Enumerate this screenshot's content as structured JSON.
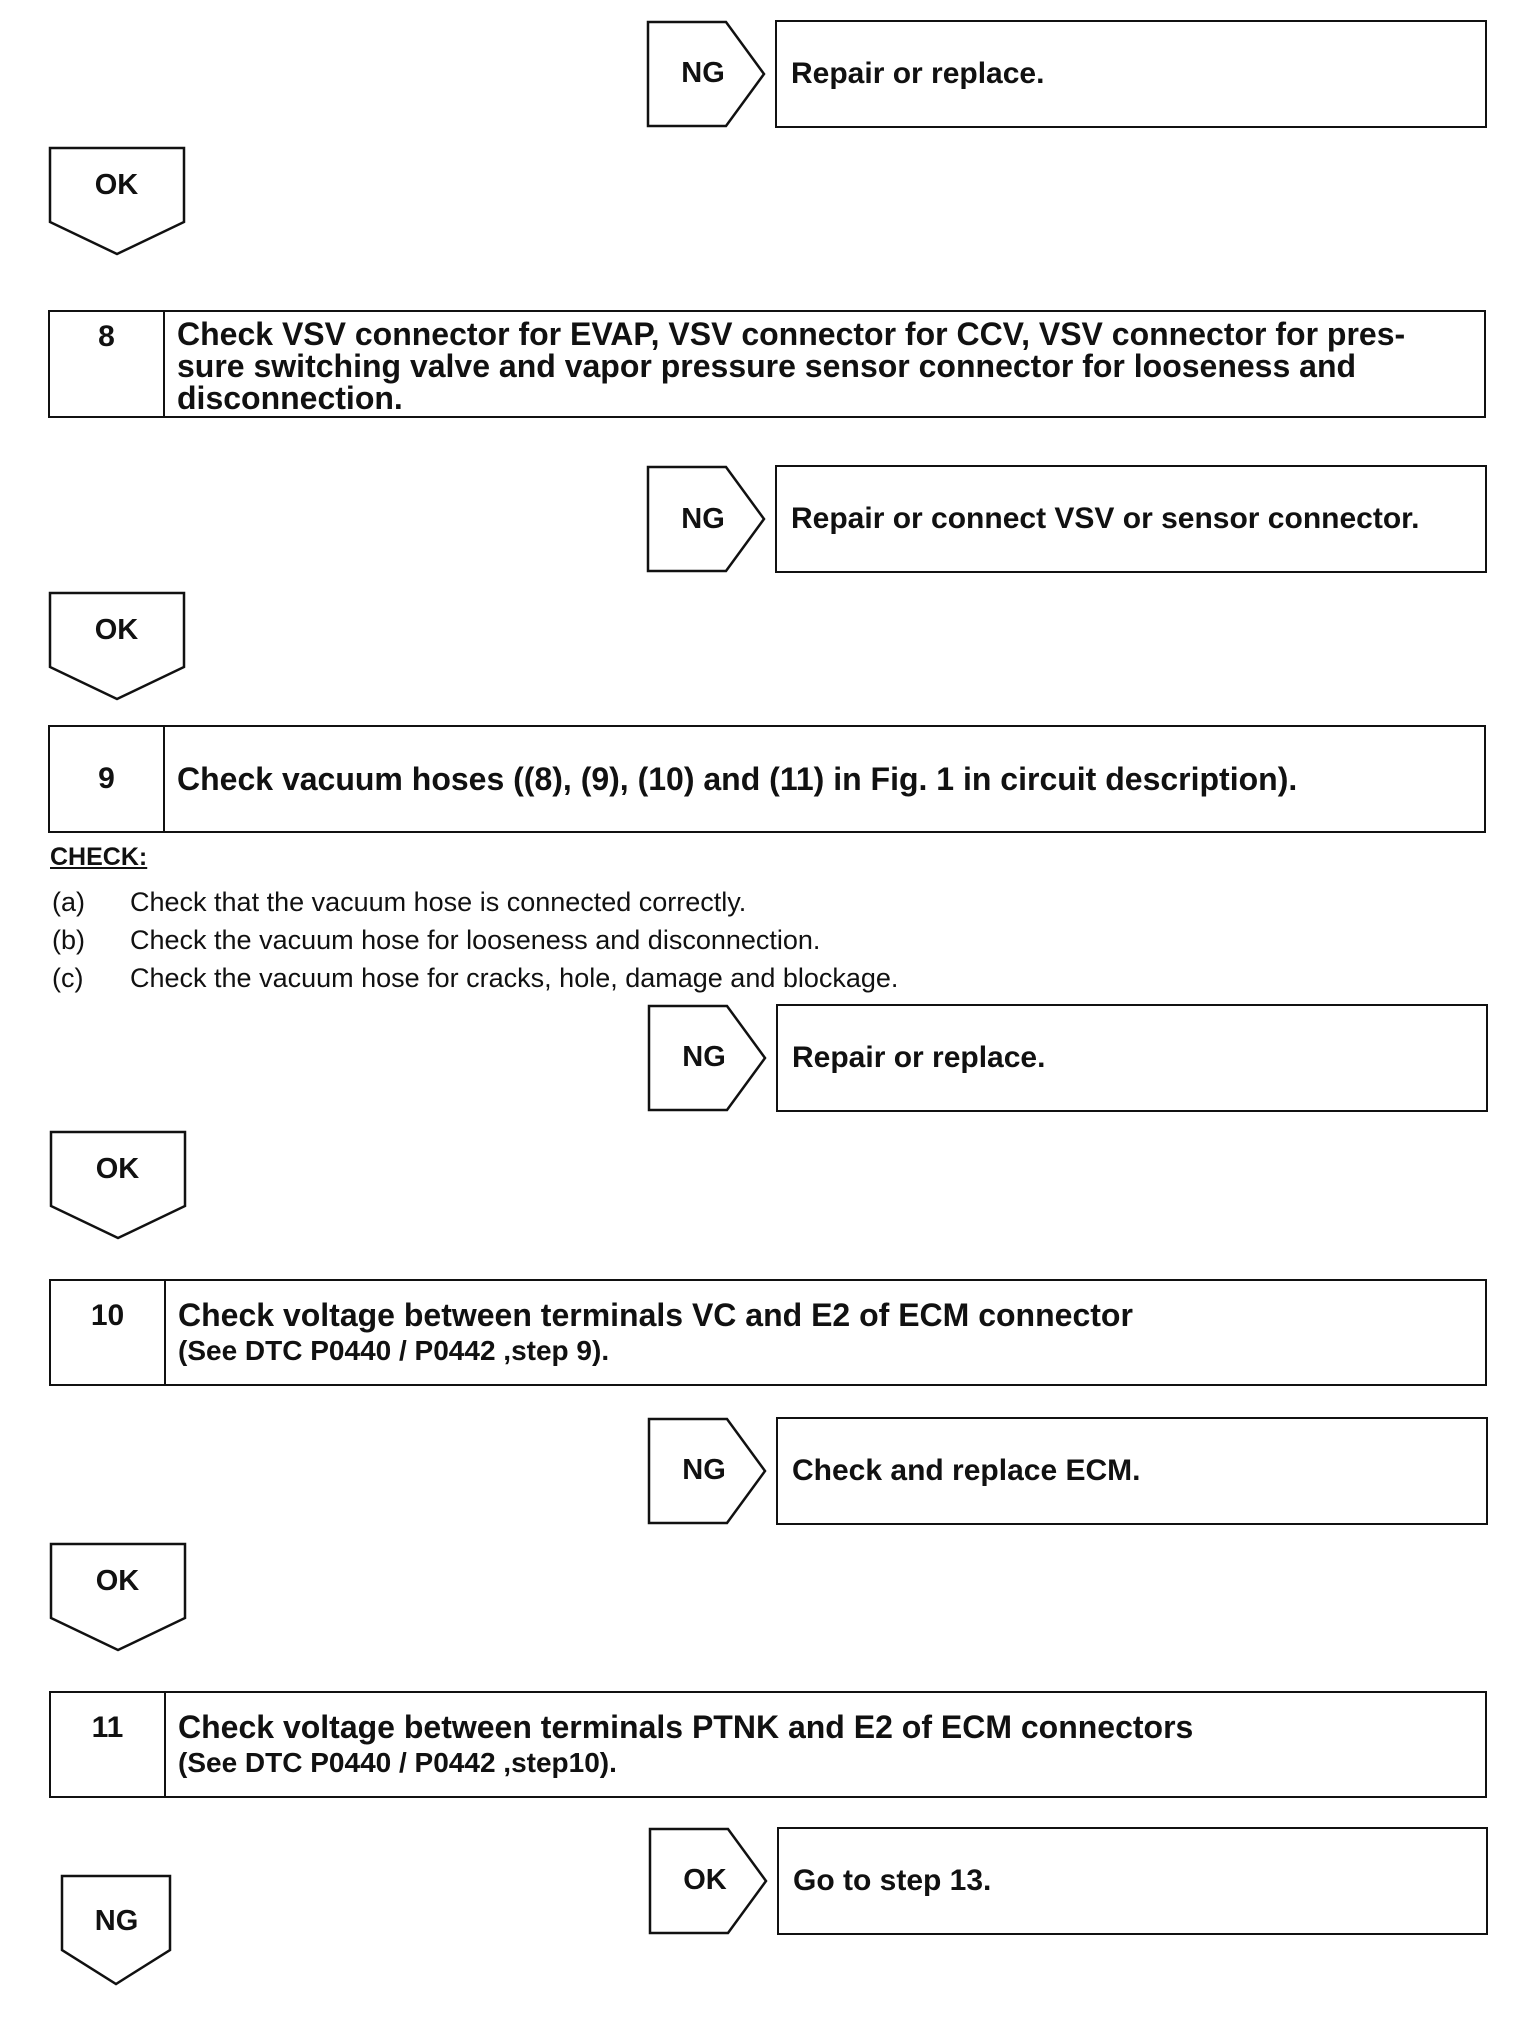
{
  "blocks": [
    {
      "ng": "NG",
      "result": "Repair or replace.",
      "ok": "OK"
    },
    {
      "number": "8",
      "text": "Check VSV connector for EVAP, VSV connector for CCV, VSV connector for pres-",
      "text2": "sure switching valve and vapor pressure sensor connector for looseness and",
      "text3": "disconnection.",
      "ng": "NG",
      "result": "Repair or connect VSV or sensor connector.",
      "ok": "OK"
    },
    {
      "number": "9",
      "text": "Check vacuum hoses ((8), (9), (10) and (11) in Fig. 1 in circuit description).",
      "ng": "NG",
      "result": "Repair or replace.",
      "ok": "OK"
    },
    {
      "number": "10",
      "text": "Check voltage between terminals VC and E2 of ECM connector",
      "sub": "(See DTC P0440 / P0442 ,step 9).",
      "ng": "NG",
      "result": "Check and replace ECM.",
      "ok": "OK"
    },
    {
      "number": "11",
      "text": "Check voltage between terminals PTNK and E2 of ECM connectors",
      "sub": "(See DTC P0440 / P0442 ,step10).",
      "ok_right": "OK",
      "result": "Go to step 13.",
      "ng_down": "NG"
    }
  ],
  "check": {
    "title": "CHECK:",
    "items": [
      {
        "idx": "(a)",
        "text": "Check that the vacuum hose is connected correctly."
      },
      {
        "idx": "(b)",
        "text": "Check the vacuum hose for looseness and disconnection."
      },
      {
        "idx": "(c)",
        "text": "Check the vacuum hose for cracks, hole, damage and blockage."
      }
    ]
  }
}
